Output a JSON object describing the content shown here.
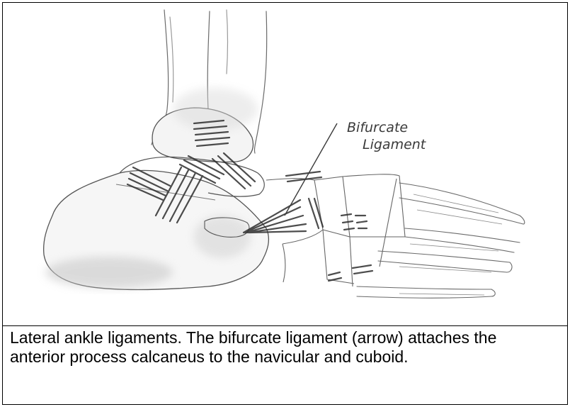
{
  "figure": {
    "label_line1": "Bifurcate",
    "label_line2": "Ligament"
  },
  "caption": {
    "text": "Lateral ankle ligaments.  The bifurcate ligament (arrow) attaches the anterior process calcaneus to the navicular and cuboid."
  },
  "colors": {
    "border": "#000000",
    "pencil": "#555555",
    "pencil_dark": "#2a2a2a",
    "shade": "#bdbdbd"
  }
}
